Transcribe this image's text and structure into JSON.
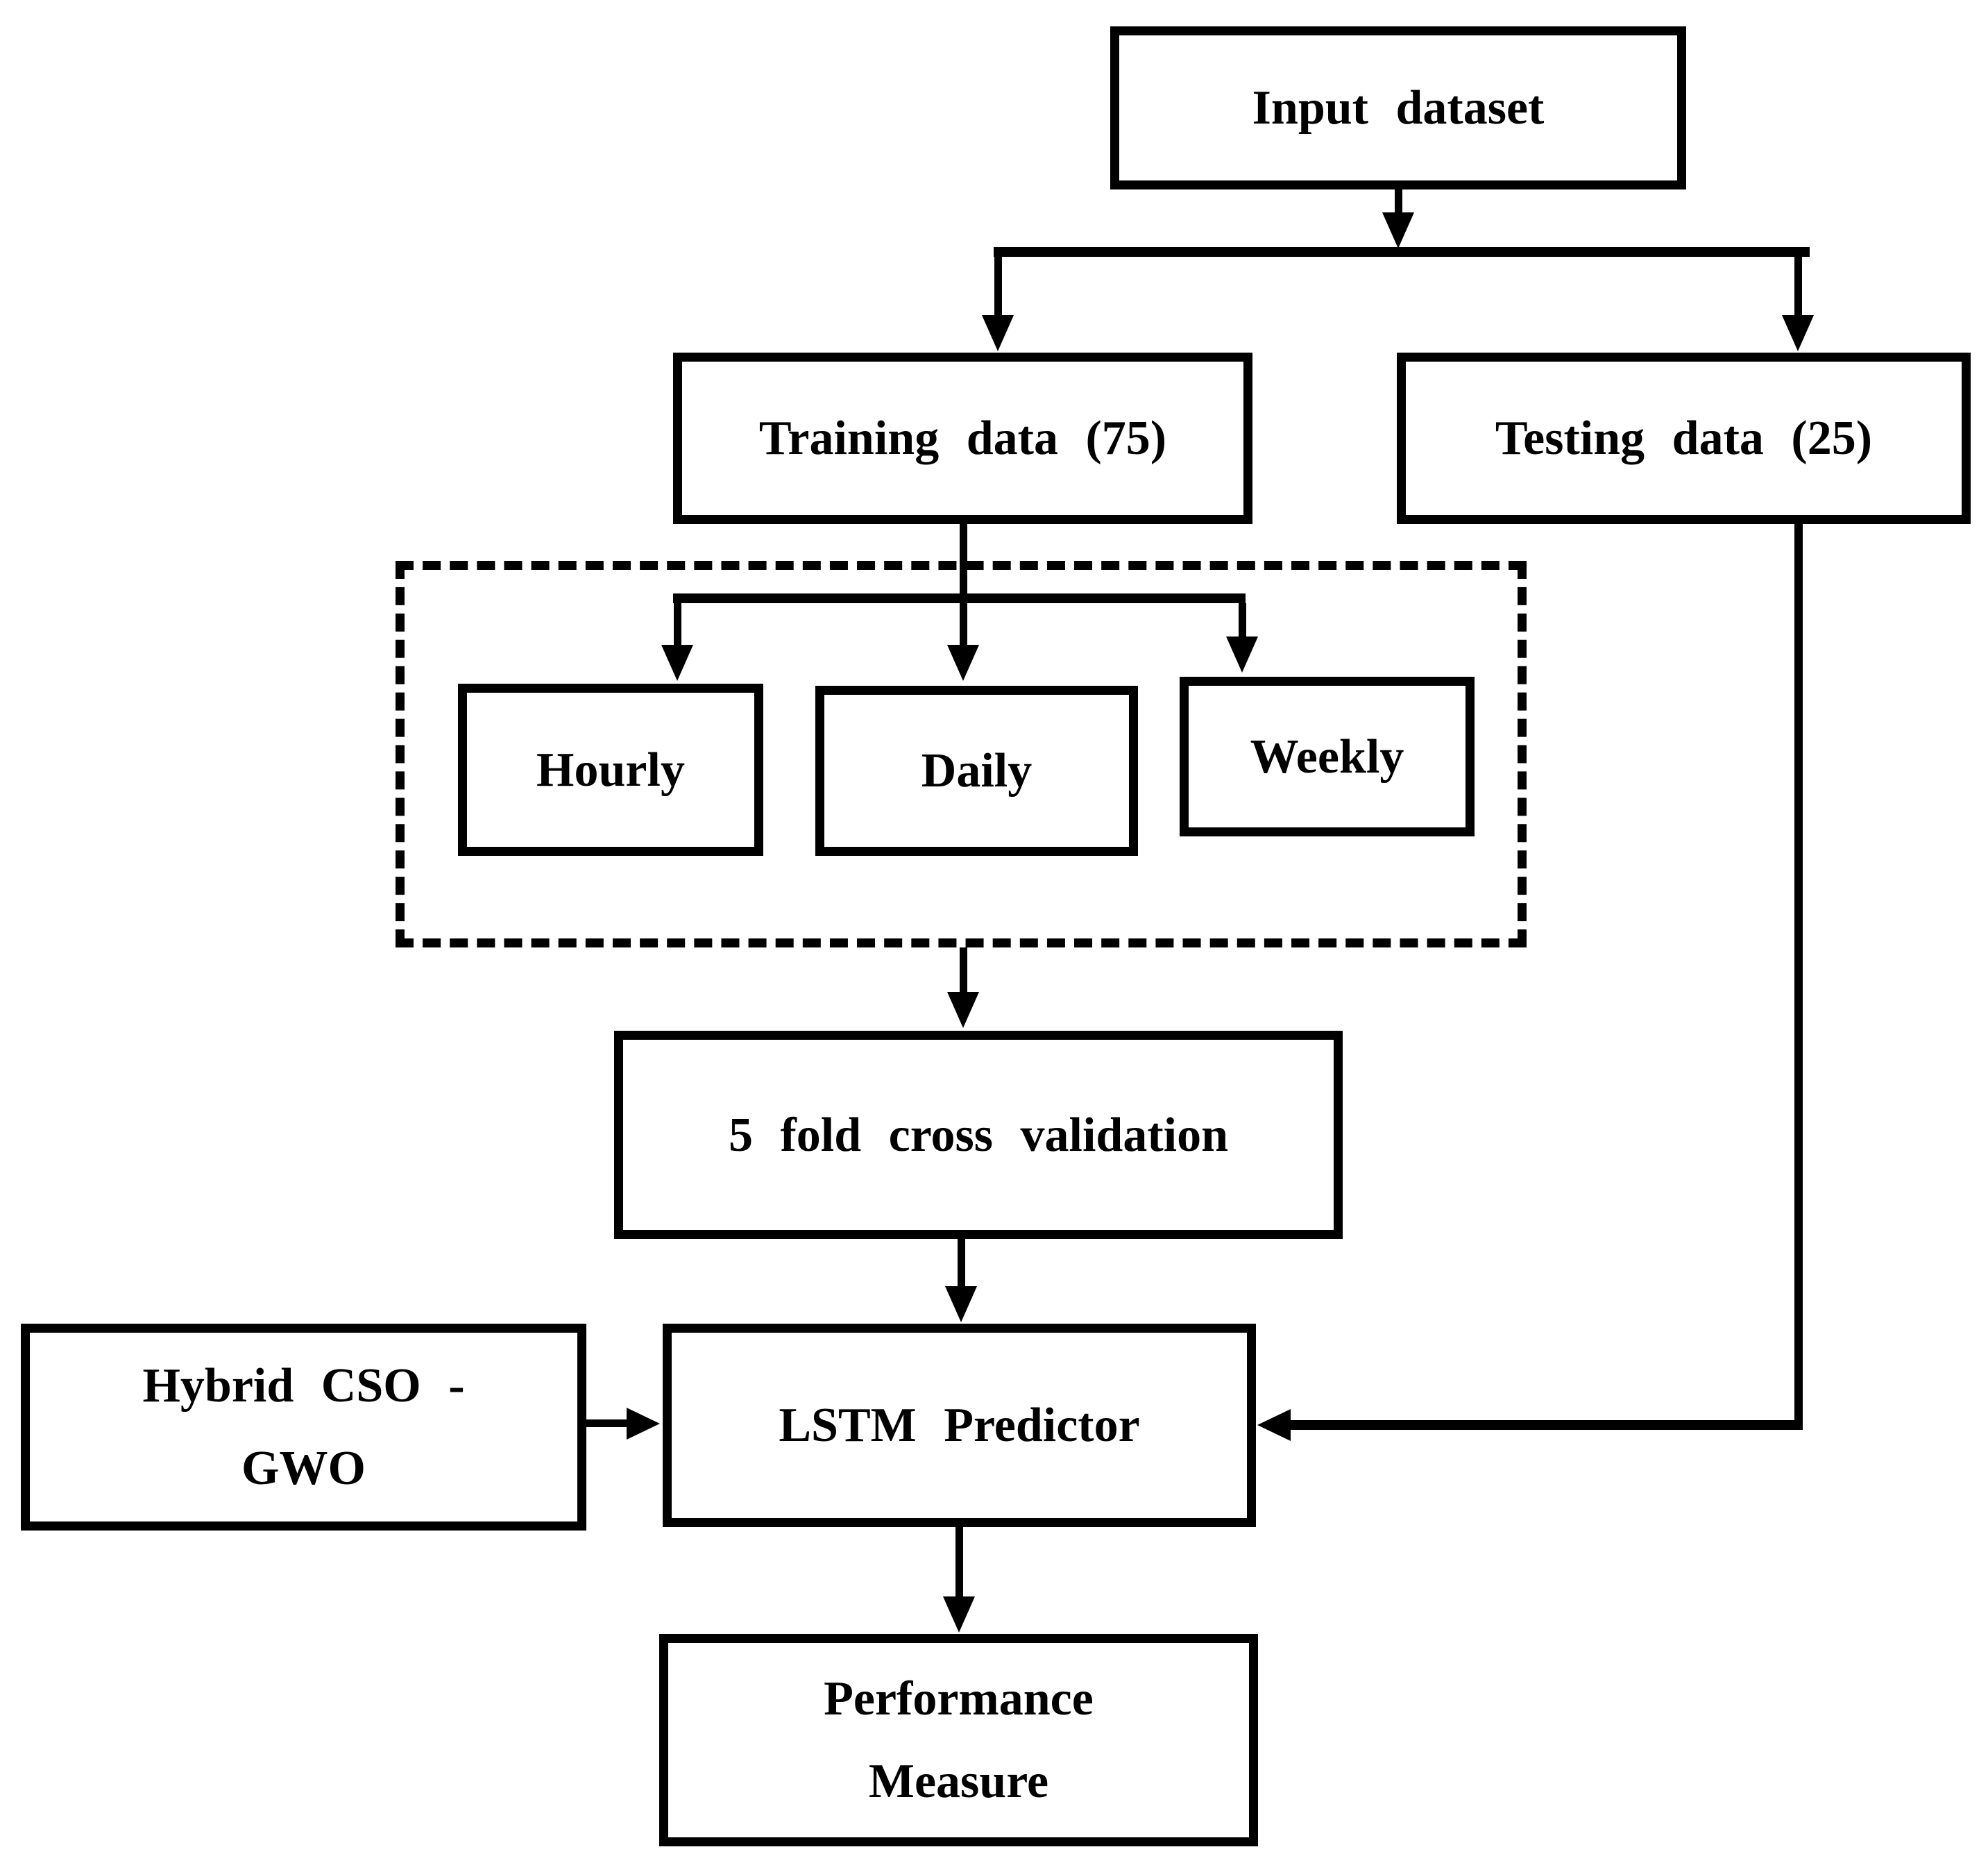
{
  "figure": {
    "type": "flowchart",
    "background_color": "#ffffff",
    "stroke_color": "#000000",
    "nodes": {
      "input_dataset": {
        "label": "Input dataset"
      },
      "training_data": {
        "label": "Training data (75)"
      },
      "testing_data": {
        "label": "Testing data (25)"
      },
      "hourly": {
        "label": "Hourly"
      },
      "daily": {
        "label": "Daily"
      },
      "weekly": {
        "label": "Weekly"
      },
      "cross_validation": {
        "label": "5 fold cross validation"
      },
      "hybrid_cso_gwo": {
        "line1": "Hybrid CSO -",
        "line2": "GWO"
      },
      "lstm_predictor": {
        "label": "LSTM Predictor"
      },
      "performance_measure": {
        "line1": "Performance",
        "line2": "Measure"
      }
    },
    "edges": [
      "input_dataset -> training_data",
      "input_dataset -> testing_data",
      "training_data -> hourly",
      "training_data -> daily",
      "training_data -> weekly",
      "granularity_group -> cross_validation",
      "cross_validation -> lstm_predictor",
      "hybrid_cso_gwo -> lstm_predictor",
      "testing_data -> lstm_predictor",
      "lstm_predictor -> performance_measure"
    ]
  }
}
